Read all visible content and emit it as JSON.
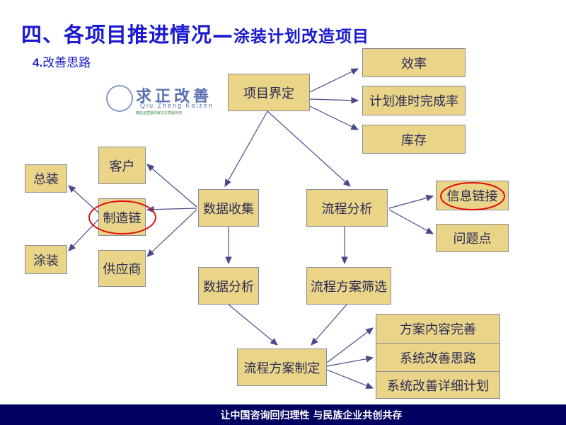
{
  "header": {
    "title_main": "四、各项目推进情况—",
    "title_sub": "涂装计划改造项目",
    "section_num": "4.",
    "section_label": "改善思路"
  },
  "nodes": {
    "scope": "项目界定",
    "efficiency": "效率",
    "ontime": "计划准时完成率",
    "inventory": "库存",
    "customer": "客户",
    "assembly": "总装",
    "manufacturing_chain": "制造链",
    "painting": "涂装",
    "supplier": "供应商",
    "data_collection": "数据收集",
    "process_analysis": "流程分析",
    "info_link": "信息链接",
    "problem_points": "问题点",
    "data_analysis": "数据分析",
    "process_screening": "流程方案筛选",
    "process_plan": "流程方案制定",
    "plan_refine": "方案内容完善",
    "system_idea": "系统改善思路",
    "system_detail": "系统改善详细计划"
  },
  "watermark": {
    "name": "求正改善",
    "pinyin": "Qiu Zheng Kaizen",
    "slogan": "精益运营整体解决方案服务商"
  },
  "footer": {
    "text": "让中国咨询回归理性  与民族企业共创共存"
  },
  "colors": {
    "box_fill": "#e9d488",
    "title": "#1a1ad0",
    "footer_bg": "#000060",
    "highlight": "#e01010"
  }
}
